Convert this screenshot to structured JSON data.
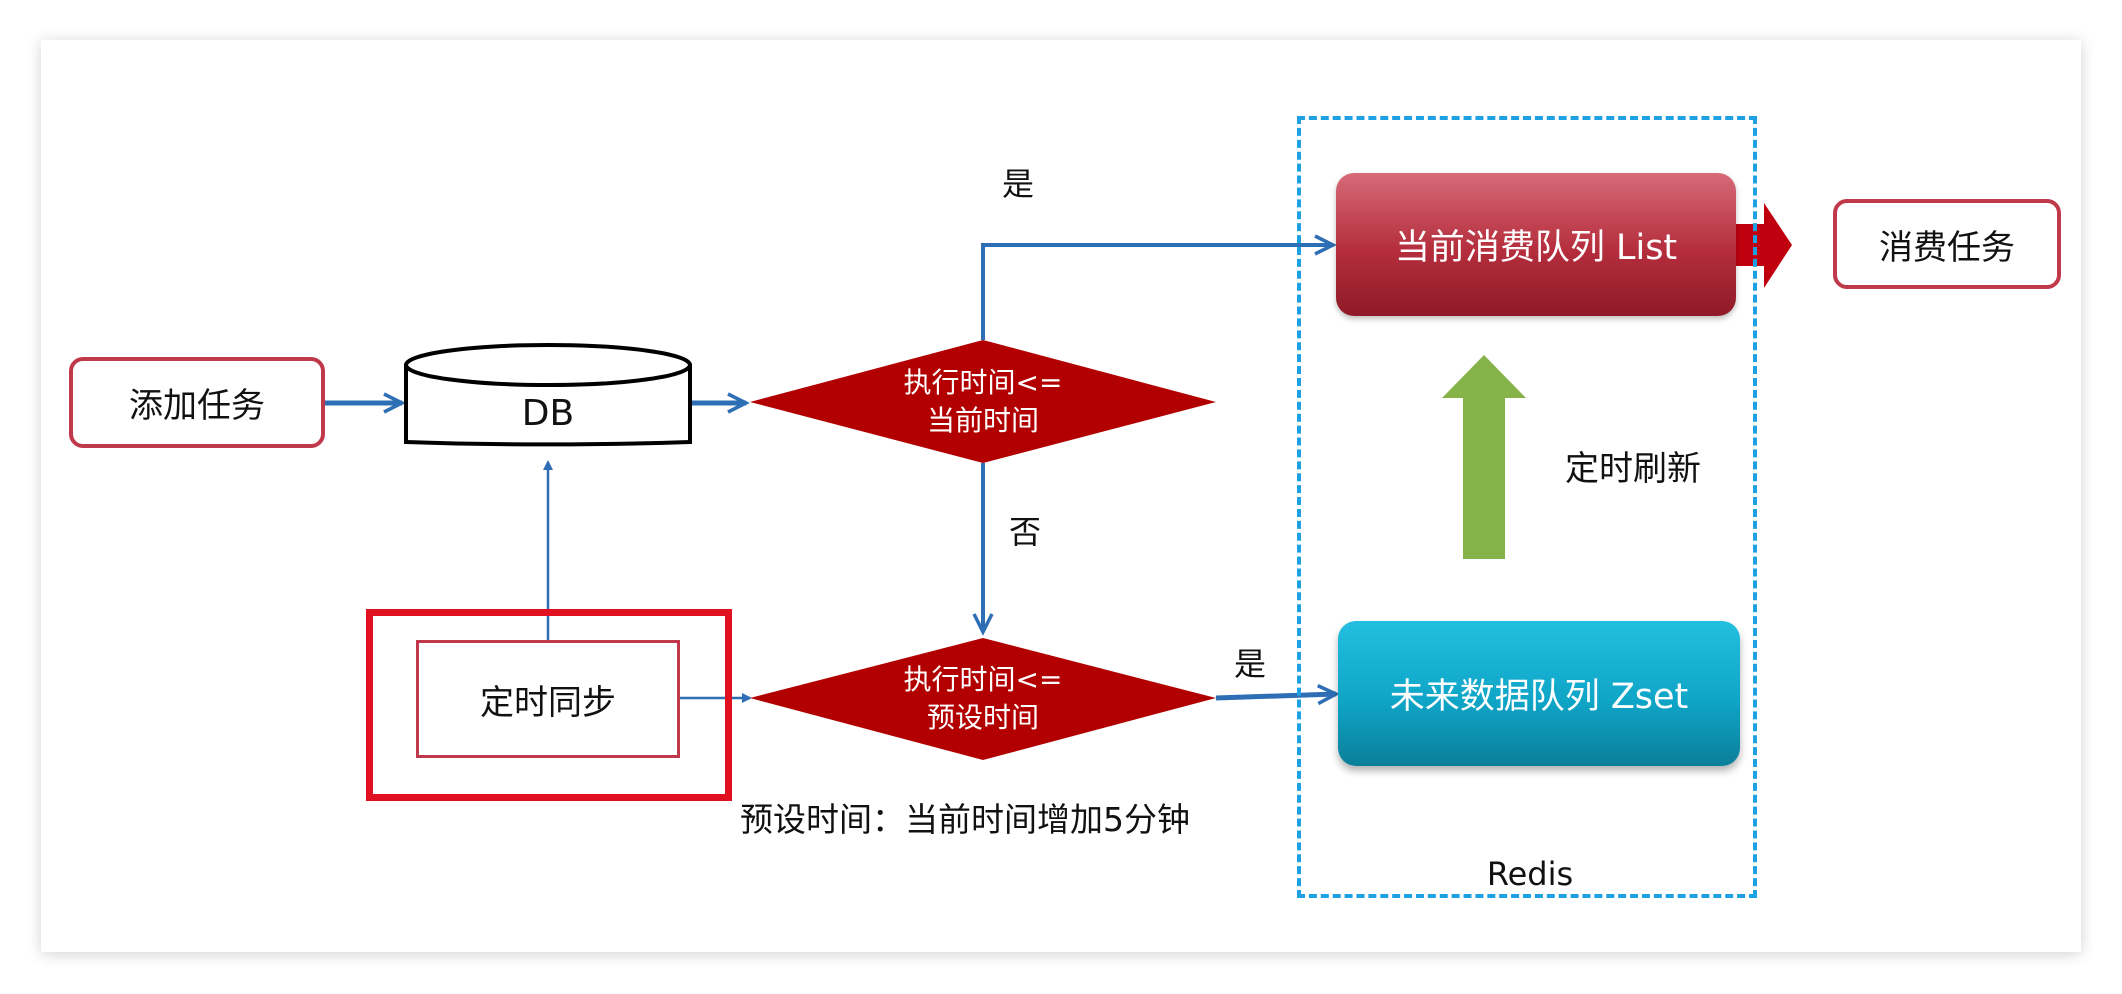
{
  "nodes": {
    "add_task": "添加任务",
    "db": "DB",
    "sync": "定时同步",
    "check_now": [
      "执行时间<=",
      "当前时间"
    ],
    "check_preset": [
      "执行时间<=",
      "预设时间"
    ],
    "list_queue": "当前消费队列 List",
    "zset_queue": "未来数据队列 Zset",
    "consume": "消费任务",
    "redis": "Redis"
  },
  "labels": {
    "yes_top": "是",
    "no": "否",
    "yes_bottom": "是",
    "refresh": "定时刷新",
    "preset_note": "预设时间：当前时间增加5分钟"
  },
  "colors": {
    "arrow_blue": "#2e6eb5",
    "diamond_red": "#b20000",
    "box_border": "#c0394b",
    "highlight_red": "#e01020",
    "redis_dash": "#1da1e2",
    "refresh_green": "#86b24a",
    "consume_arrow": "#c0000f"
  }
}
